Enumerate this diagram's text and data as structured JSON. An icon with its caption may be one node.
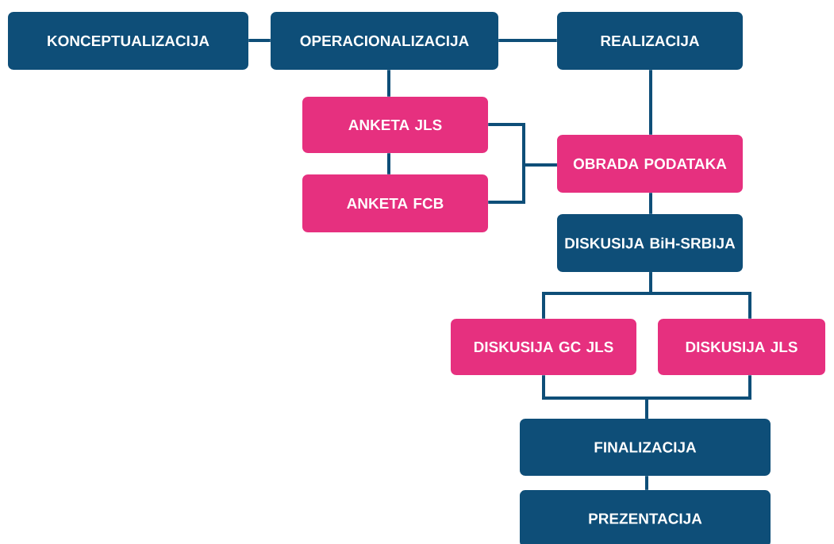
{
  "diagram": {
    "nodes": [
      {
        "text": [
          "KONCEPTUALIZACIJA"
        ]
      },
      {
        "text": [
          "OPERACIONALIZACIJA"
        ]
      },
      {
        "text": [
          "REALIZACIJA"
        ]
      },
      {
        "text": [
          "ANKETA JLS"
        ]
      },
      {
        "text": [
          "ANKETA FCB"
        ]
      },
      {
        "text": [
          "OBRADA PODATAKA"
        ]
      },
      {
        "text": [
          "DISKUSIJA BiH-SRBIJA"
        ]
      },
      {
        "text": [
          "DISKUSIJA GC JLS"
        ]
      },
      {
        "text": [
          "DISKUSIJA JLS"
        ]
      },
      {
        "text": [
          "FINALIZACIJA"
        ]
      },
      {
        "text": [
          "PREZENTACIJA"
        ]
      }
    ],
    "edges": [
      {
        "from": 0,
        "to": 1,
        "arrow": "none"
      },
      {
        "from": 1,
        "to": 2,
        "arrow": "none"
      },
      {
        "from": 1,
        "to": 3,
        "arrow": "none"
      },
      {
        "from": 3,
        "to": 4,
        "arrow": "none"
      },
      {
        "from": 2,
        "to": 5,
        "arrow": "none"
      },
      {
        "from": 3,
        "to": 5,
        "arrow": "none"
      },
      {
        "from": 4,
        "to": 5,
        "arrow": "none"
      },
      {
        "from": 5,
        "to": 6,
        "arrow": "none"
      },
      {
        "from": 6,
        "to": 7,
        "arrow": "none"
      },
      {
        "from": 6,
        "to": 8,
        "arrow": "none"
      },
      {
        "from": 7,
        "to": 9,
        "arrow": "none"
      },
      {
        "from": 8,
        "to": 9,
        "arrow": "none"
      },
      {
        "from": 9,
        "to": 10,
        "arrow": "none"
      }
    ]
  }
}
